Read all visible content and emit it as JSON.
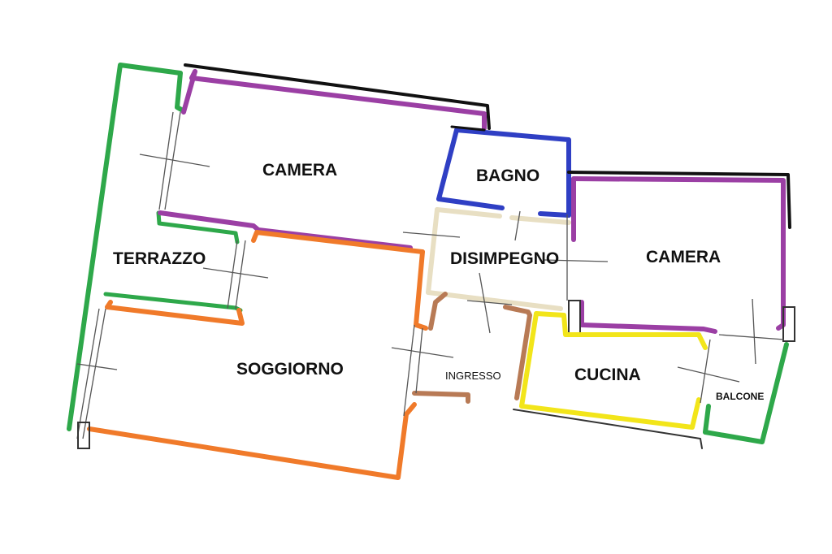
{
  "rooms": [
    {
      "id": "camera-1",
      "label": "CAMERA",
      "color": "#9b3fa4"
    },
    {
      "id": "bagno",
      "label": "BAGNO",
      "color": "#2f3fc4"
    },
    {
      "id": "terrazzo",
      "label": "TERRAZZO",
      "color": "#2ea84a"
    },
    {
      "id": "disimpegno",
      "label": "DISIMPEGNO",
      "color": "#e8dfc3"
    },
    {
      "id": "camera-2",
      "label": "CAMERA",
      "color": "#9b3fa4"
    },
    {
      "id": "soggiorno",
      "label": "SOGGIORNO",
      "color": "#f07a2a"
    },
    {
      "id": "ingresso",
      "label": "INGRESSO",
      "color": "#b87a55"
    },
    {
      "id": "cucina",
      "label": "CUCINA",
      "color": "#f2e51a"
    },
    {
      "id": "balcone",
      "label": "BALCONE",
      "color": "#2ea84a"
    }
  ]
}
